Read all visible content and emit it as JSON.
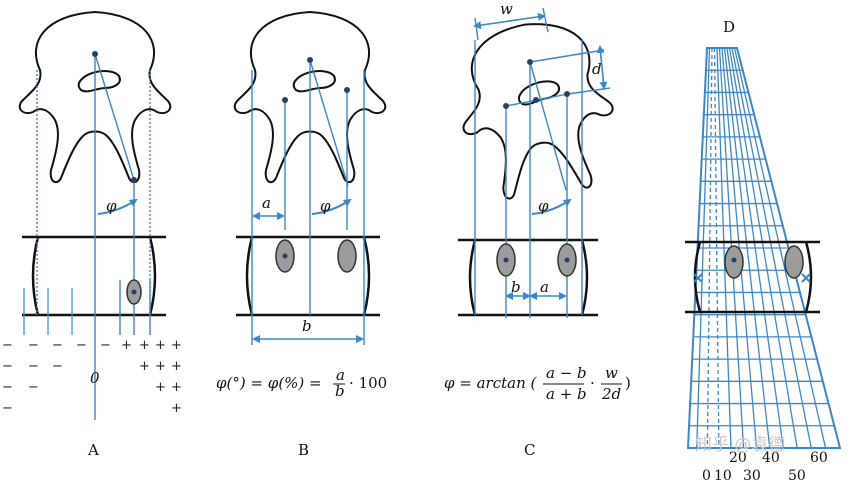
{
  "panels": {
    "a": {
      "label": "A",
      "phi": "φ",
      "zero": "0",
      "signs_row1": [
        "−",
        "−",
        "−",
        "−",
        "−",
        "+",
        "+",
        "+",
        "+"
      ],
      "signs_row2": [
        "−",
        "−",
        "−",
        "+",
        "+",
        "+"
      ],
      "signs_row3": [
        "−",
        "−",
        "+",
        "+"
      ],
      "signs_row4": [
        "−",
        "+"
      ]
    },
    "b": {
      "label": "B",
      "phi": "φ",
      "dim_a": "a",
      "dim_b": "b",
      "formula_lhs": "φ(°) = φ(%) =",
      "frac_num": "a",
      "frac_den": "b",
      "formula_tail": "· 100"
    },
    "c": {
      "label": "C",
      "phi": "φ",
      "dim_w": "w",
      "dim_d": "d",
      "dim_a": "a",
      "dim_b": "b",
      "formula_lhs": "φ = arctan (",
      "frac1_num": "a − b",
      "frac1_den": "a + b",
      "dot": "·",
      "frac2_num": "w",
      "frac2_den": "2d",
      "formula_close": ")"
    },
    "d": {
      "label": "D",
      "ticks_top": [
        "20",
        "40",
        "60"
      ],
      "ticks_bottom": [
        "0",
        "10",
        "30",
        "50"
      ]
    }
  },
  "watermark": "知乎 @袁德",
  "colors": {
    "blue": "#3d86c6",
    "outline": "#111111",
    "pedicle_fill": "#9c9c9c"
  }
}
